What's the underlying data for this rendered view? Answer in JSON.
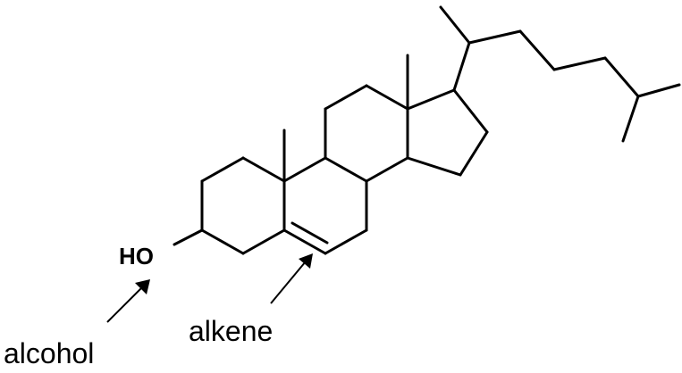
{
  "molecule": {
    "atom_labels": {
      "hydroxyl": "HO"
    }
  },
  "annotations": {
    "alcohol": "alcohol",
    "alkene": "alkene"
  },
  "colors": {
    "line": "#000000",
    "background": "#ffffff"
  }
}
